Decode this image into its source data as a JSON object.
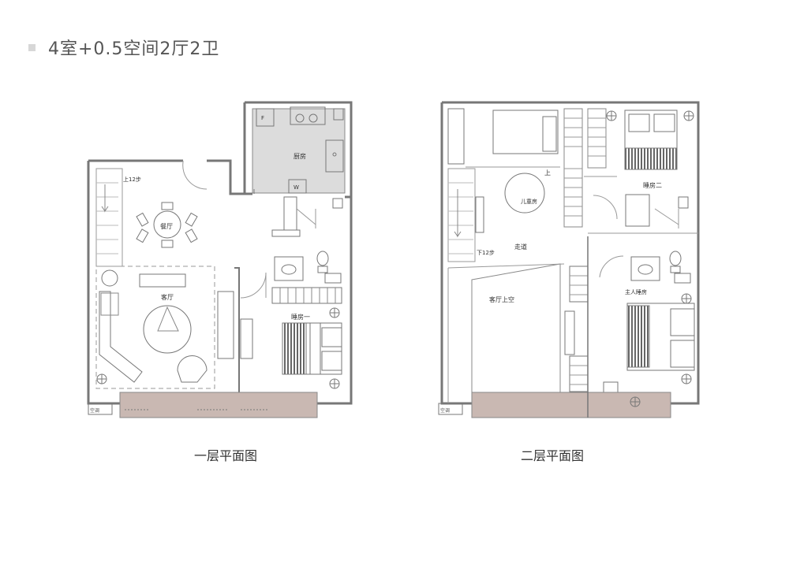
{
  "title": "4室+0.5空间2厅2卫",
  "colors": {
    "wall": "#8a8a8a",
    "kitchen": "#dcdcdc",
    "balcony": "#c9b8b2",
    "line": "#6f6f6f"
  },
  "floor1": {
    "caption": "一层平面图",
    "rooms": {
      "kitchen": "厨房",
      "dining": "餐厅",
      "living": "客厅",
      "bedroom1": "睡房一"
    },
    "stair_note": "上12步",
    "fridge_mark": "F",
    "washer_mark": "W",
    "ac_label": "空调"
  },
  "floor2": {
    "caption": "二层平面图",
    "rooms": {
      "kids": "儿童房",
      "bedroom2": "睡房二",
      "corridor": "走道",
      "void": "客厅上空",
      "master": "主人睡房"
    },
    "stair_note": "下12步",
    "up_mark": "上",
    "ac_label": "空调"
  }
}
